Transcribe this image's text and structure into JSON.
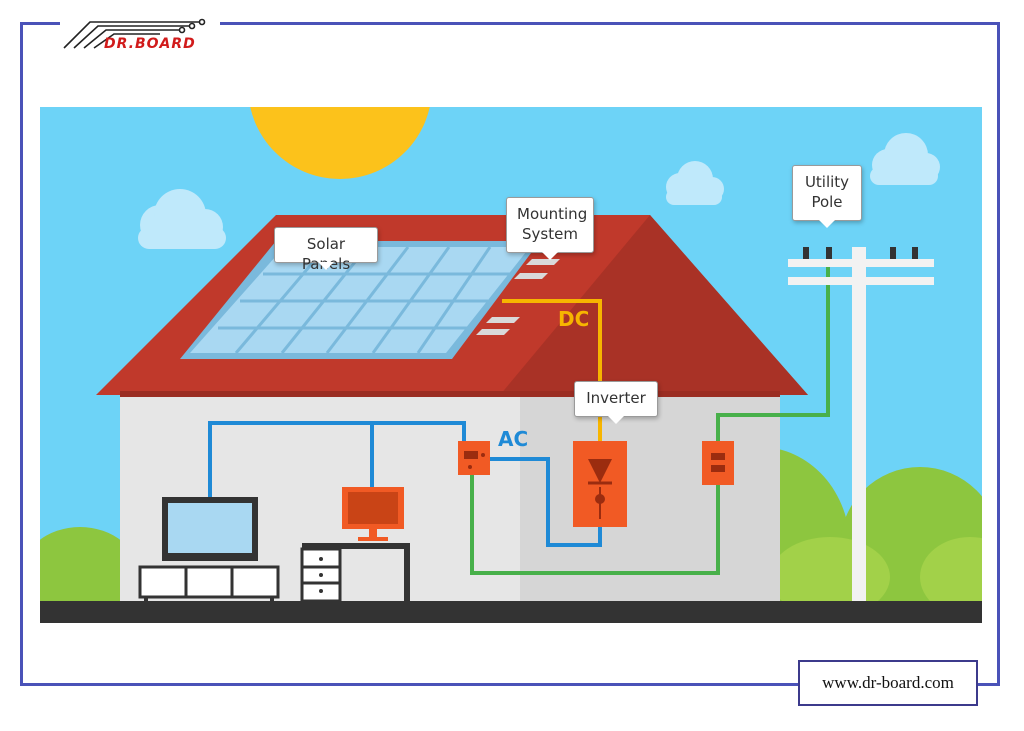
{
  "brand": {
    "logo_text": "DR.BOARD",
    "url": "www.dr-board.com"
  },
  "callouts": {
    "solar_panels": "Solar Panels",
    "mounting_system": [
      "Mounting",
      "System"
    ],
    "inverter": "Inverter",
    "utility_pole": [
      "Utility",
      "Pole"
    ]
  },
  "current_labels": {
    "dc": "DC",
    "ac": "AC"
  },
  "colors": {
    "frame": "#4a52b8",
    "sky": "#6dd3f7",
    "sun": "#fcc21b",
    "roof": "#c0392b",
    "wall": "#e2e2e2",
    "panel": "#a9d8f2",
    "dc_wire": "#f7b500",
    "ac_wire": "#1f8ad6",
    "grid_wire": "#48b04a",
    "device": "#f15a24",
    "ground": "#333333",
    "brand_red": "#d11b1b"
  }
}
